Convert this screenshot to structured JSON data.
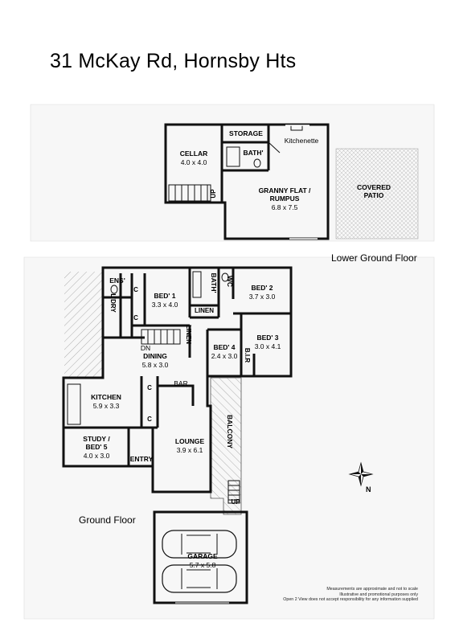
{
  "title": "31 McKay Rd, Hornsby Hts",
  "floors": {
    "lower": "Lower Ground Floor",
    "ground": "Ground Floor"
  },
  "rooms": {
    "cellar": {
      "name": "CELLAR",
      "dims": "4.0 x 4.0"
    },
    "storage": {
      "name": "STORAGE"
    },
    "bath_lower": {
      "name": "BATH'"
    },
    "kitchenette": {
      "name": "Kitchenette"
    },
    "granny": {
      "name1": "GRANNY FLAT /",
      "name2": "RUMPUS",
      "dims": "6.8 x 7.5"
    },
    "patio": {
      "name1": "COVERED",
      "name2": "PATIO"
    },
    "ens": {
      "name": "ENS'"
    },
    "bath": {
      "name": "BATH'"
    },
    "wc": {
      "name": "WC"
    },
    "bed1": {
      "name": "BED' 1",
      "dims": "3.3 x 4.0"
    },
    "bed2": {
      "name": "BED' 2",
      "dims": "3.7 x 3.0"
    },
    "bed3": {
      "name": "BED' 3",
      "dims": "3.0 x 4.1"
    },
    "bed4": {
      "name": "BED' 4",
      "dims": "2.4 x 3.0"
    },
    "linen1": {
      "name": "LINEN"
    },
    "linen2": {
      "name": "LINEN"
    },
    "ldry": {
      "name": "L'DRY"
    },
    "bir": {
      "name": "B.I.R"
    },
    "dining": {
      "name": "DINING",
      "dims": "5.8 x 3.0"
    },
    "kitchen": {
      "name": "KITCHEN",
      "dims": "5.9 x 3.3"
    },
    "bar": {
      "name": "BAR"
    },
    "study": {
      "name1": "STUDY /",
      "name2": "BED' 5",
      "dims": "4.0 x 3.0"
    },
    "entry": {
      "name": "ENTRY"
    },
    "lounge": {
      "name": "LOUNGE",
      "dims": "3.9 x 6.1"
    },
    "balcony": {
      "name": "BALCONY"
    },
    "garage": {
      "name": "GARAGE",
      "dims": "5.7 x 5.8"
    }
  },
  "markers": {
    "cupboard": "C",
    "up": "UP",
    "dn": "DN",
    "compass": "N"
  },
  "disclaimer": {
    "line1": "Measurements are approximate and not to scale",
    "line2": "Illustrative and promotional purposes only",
    "line3": "Open 2 View does not accept responsibility for any information supplied"
  }
}
